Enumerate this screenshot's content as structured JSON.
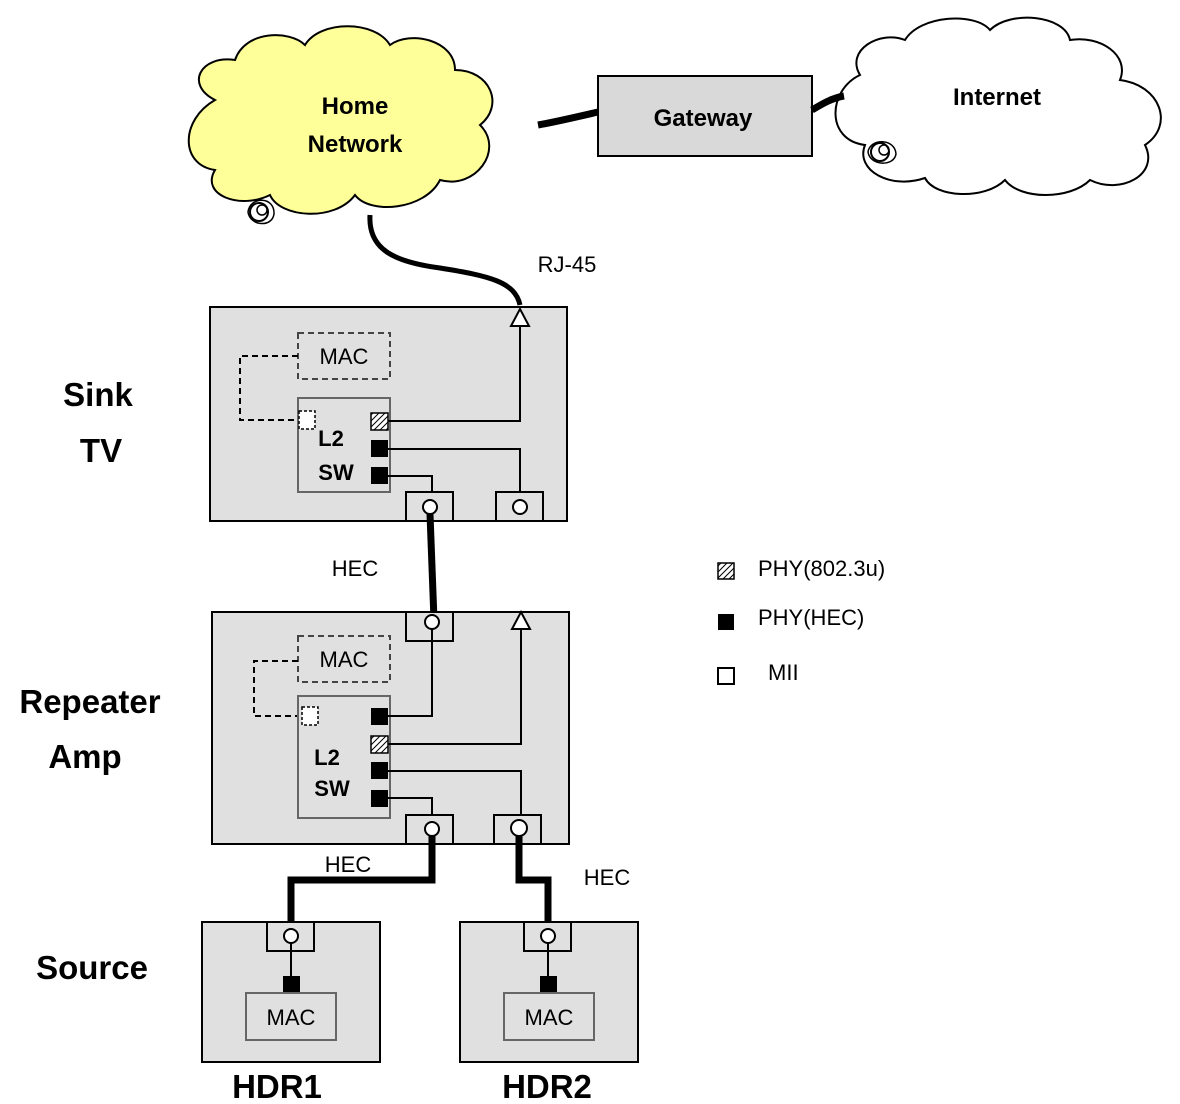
{
  "clouds": {
    "home_network": {
      "line1": "Home",
      "line2": "Network",
      "fill": "#FFFF99"
    },
    "internet": {
      "label": "Internet",
      "fill": "#FFFFFF"
    }
  },
  "gateway": {
    "label": "Gateway",
    "fill": "#D9D9D9"
  },
  "connector_labels": {
    "rj45": "RJ-45",
    "hec_tv_repeater": "HEC",
    "hec_repeater_hdr1": "HEC",
    "hec_repeater_hdr2": "HEC"
  },
  "devices": {
    "sink_tv": {
      "line1": "Sink",
      "line2": "TV",
      "mac": "MAC",
      "switch_line1": "L2",
      "switch_line2": "SW"
    },
    "repeater_amp": {
      "line1": "Repeater",
      "line2": "Amp",
      "mac": "MAC",
      "switch_line1": "L2",
      "switch_line2": "SW"
    },
    "source": {
      "label": "Source"
    },
    "hdr1": {
      "name": "HDR1",
      "mac": "MAC"
    },
    "hdr2": {
      "name": "HDR2",
      "mac": "MAC"
    }
  },
  "legend": {
    "phy_8023u": "PHY(802.3u)",
    "phy_hec": "PHY(HEC)",
    "mii": "MII"
  },
  "colors": {
    "device_fill": "#E0E0E0",
    "switch_border": "#666666",
    "cable": "#000000"
  }
}
